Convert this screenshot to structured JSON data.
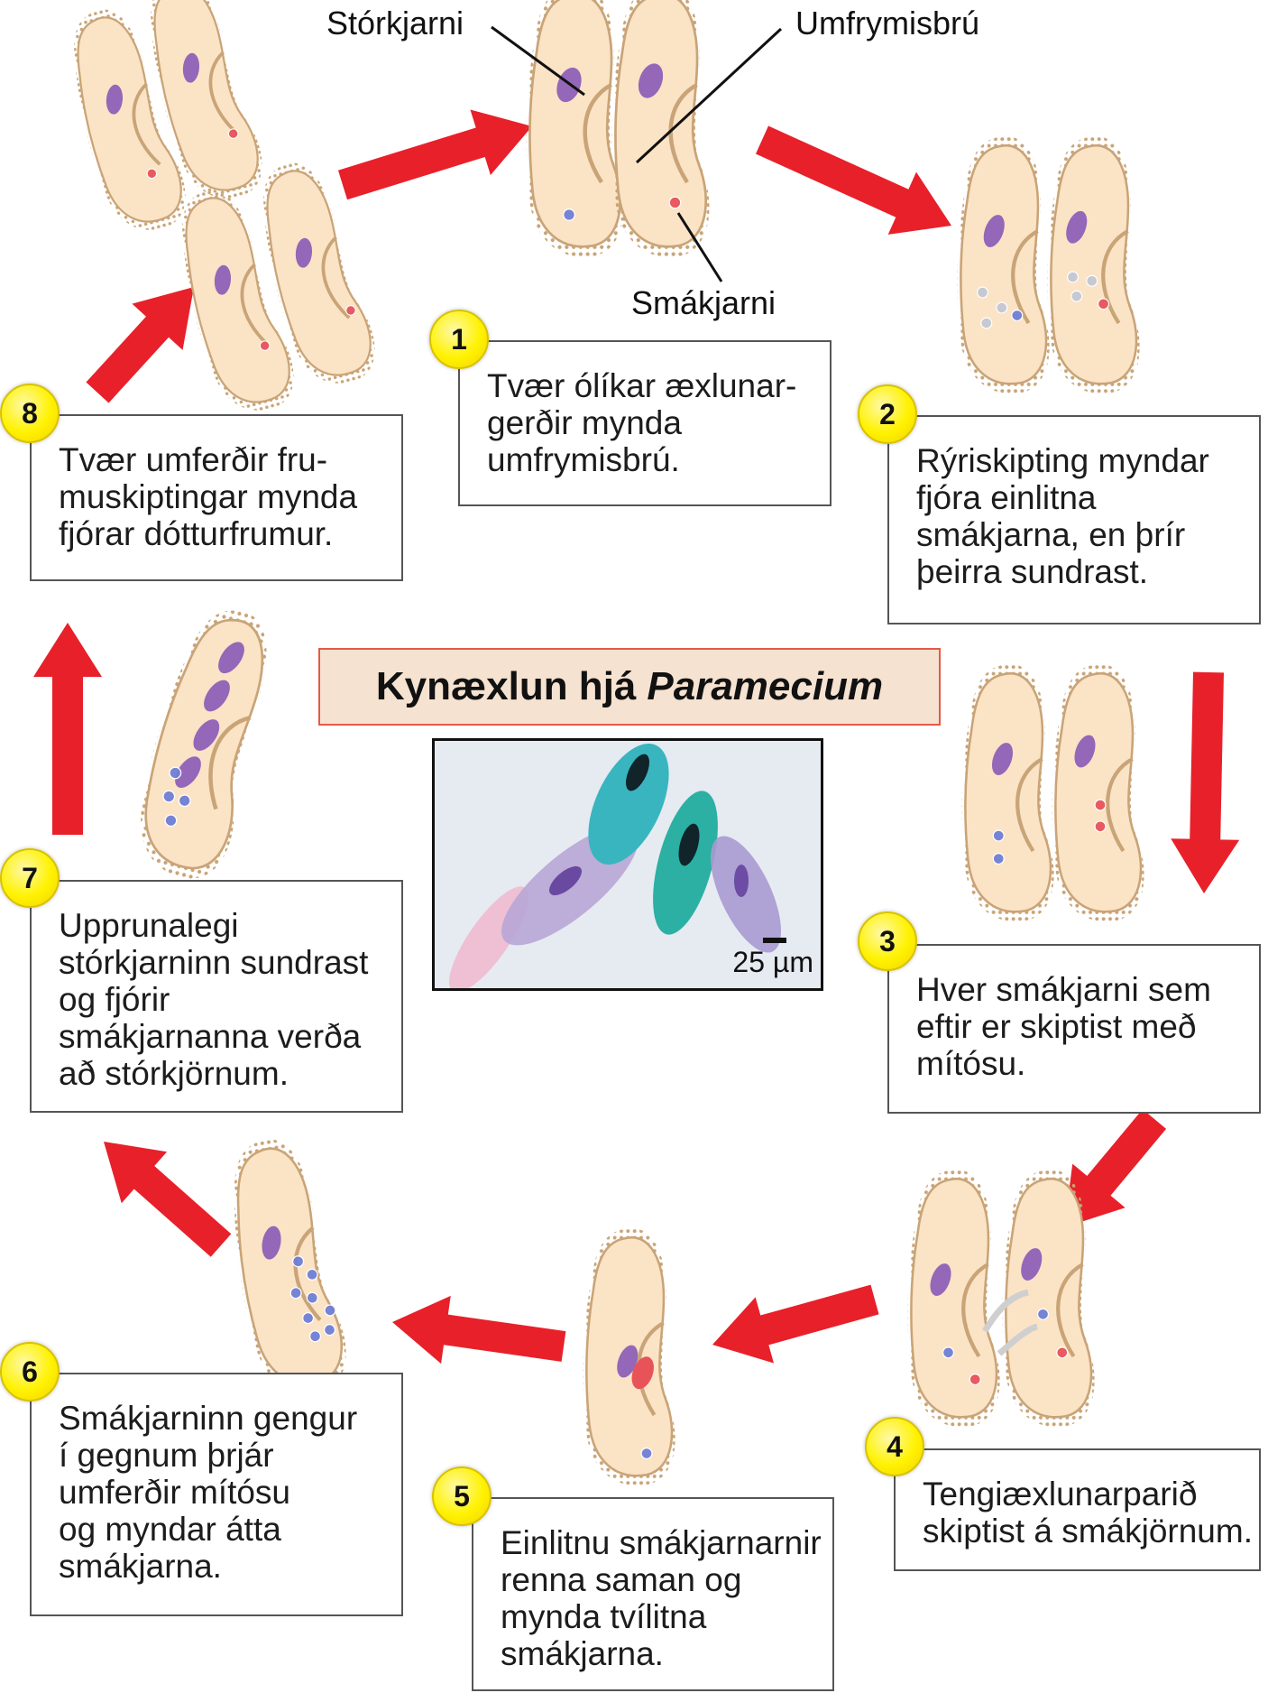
{
  "title": {
    "main": "Kynæxlun hjá",
    "italic": "Paramecium"
  },
  "callouts": {
    "macronucleus": "Stórkjarni",
    "cytoplasmic_bridge": "Umfrymisbrú",
    "micronucleus": "Smákjarni"
  },
  "photo": {
    "scale_label": "25 µm"
  },
  "steps": [
    {
      "number": "1",
      "lines": [
        "Tvær ólíkar æxlunar-",
        "gerðir mynda",
        "umfrymisbrú."
      ]
    },
    {
      "number": "2",
      "lines": [
        "Rýriskipting myndar",
        "fjóra einlitna",
        "smákjarna, en þrír",
        "þeirra sundrast."
      ]
    },
    {
      "number": "3",
      "lines": [
        "Hver smákjarni sem",
        "eftir er skiptist með",
        "mítósu."
      ]
    },
    {
      "number": "4",
      "lines": [
        "Tengiæxlunarparið",
        "skiptist á smákjörnum."
      ]
    },
    {
      "number": "5",
      "lines": [
        "Einlitnu smákjarnarnir",
        "renna saman og",
        "mynda tvílitna",
        "smákjarna."
      ]
    },
    {
      "number": "6",
      "lines": [
        "Smákjarninn gengur",
        "í gegnum þrjár",
        "umferðir mítósu",
        "og myndar átta",
        "smákjarna."
      ]
    },
    {
      "number": "7",
      "lines": [
        "Upprunalegi",
        "stórkjarninn sundrast",
        "og fjórir",
        "smákjarnanna verða",
        "að stórkjörnum."
      ]
    },
    {
      "number": "8",
      "lines": [
        "Tvær umferðir fru-",
        "muskiptingar mynda",
        "fjórar dótturfrumur."
      ]
    }
  ],
  "colors": {
    "arrow": "#e8202a",
    "cell_fill": "#fbe3c6",
    "cell_border": "#c9a477",
    "macronucleus": "#9467b8",
    "micronucleus_red": "#e8535a",
    "micronucleus_blue": "#6f7fd6",
    "degenerated": "#c4c8d2",
    "badge": "#fff200"
  }
}
